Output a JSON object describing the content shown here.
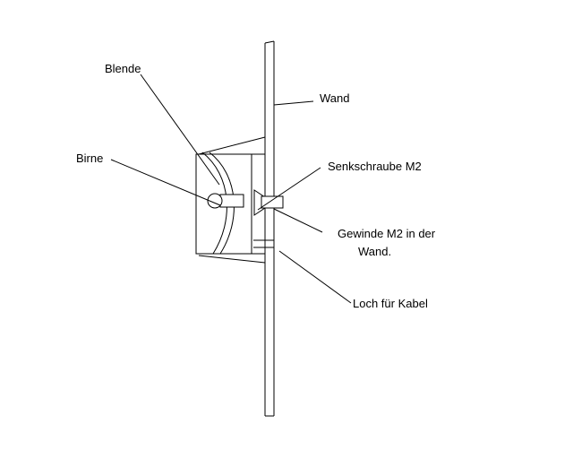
{
  "labels": {
    "blende": "Blende",
    "birne": "Birne",
    "wand": "Wand",
    "senkschraube": "Senkschraube M2",
    "gewinde_line1": "Gewinde M2 in der",
    "gewinde_line2": "Wand.",
    "loch": "Loch für Kabel"
  },
  "colors": {
    "ink": "#000000",
    "background": "#ffffff"
  }
}
